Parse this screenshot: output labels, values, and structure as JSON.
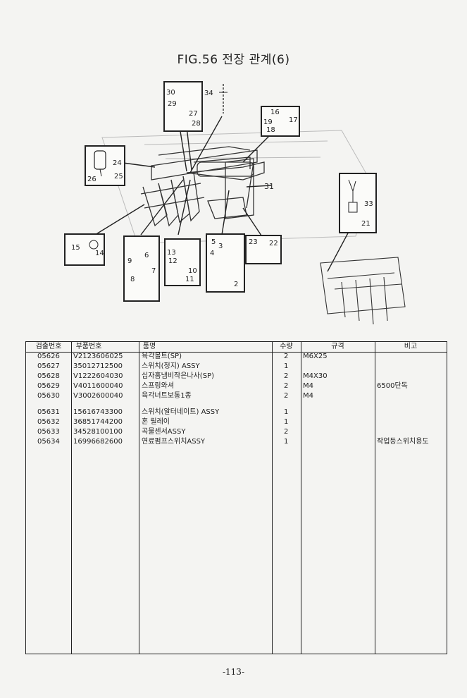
{
  "title": "FIG.56 전장 관계(6)",
  "callout_labels": {
    "top_left": [
      "30",
      "29",
      "27",
      "28"
    ],
    "top_center": "34",
    "top_right": [
      "16",
      "19",
      "17",
      "18"
    ],
    "left_mirror": [
      "24",
      "25",
      "26"
    ],
    "label_31": "31",
    "right_sensor": [
      "33",
      "21"
    ],
    "bottom_1": [
      "15",
      "14"
    ],
    "bottom_2": [
      "6",
      "9",
      "7",
      "8"
    ],
    "bottom_3": [
      "13",
      "12",
      "10",
      "11"
    ],
    "bottom_4": [
      "5",
      "3",
      "4",
      "2"
    ],
    "bottom_5": [
      "23",
      "22"
    ]
  },
  "table": {
    "headers": [
      "검출번호",
      "부품번호",
      "품명",
      "수량",
      "규격",
      "비고"
    ],
    "rows": [
      {
        "no": "05626",
        "part": "V2123606025",
        "name": "육각볼트(SP)",
        "qty": "2",
        "spec": "M6X25",
        "note": ""
      },
      {
        "no": "05627",
        "part": "35012712500",
        "name": "스위치(정지) ASSY",
        "qty": "1",
        "spec": "",
        "note": ""
      },
      {
        "no": "05628",
        "part": "V1222604030",
        "name": "십자홈냄비작은나사(SP)",
        "qty": "2",
        "spec": "M4X30",
        "note": ""
      },
      {
        "no": "05629",
        "part": "V4011600040",
        "name": "스프링와셔",
        "qty": "2",
        "spec": "M4",
        "note": "6500단독"
      },
      {
        "no": "05630",
        "part": "V3002600040",
        "name": "육각너트보통1종",
        "qty": "2",
        "spec": "M4",
        "note": ""
      },
      {
        "no": "05631",
        "part": "15616743300",
        "name": "스위치(알터네이트) ASSY",
        "qty": "1",
        "spec": "",
        "note": ""
      },
      {
        "no": "05632",
        "part": "36851744200",
        "name": "혼 릴레이",
        "qty": "1",
        "spec": "",
        "note": ""
      },
      {
        "no": "05633",
        "part": "34528100100",
        "name": "곡물센서ASSY",
        "qty": "2",
        "spec": "",
        "note": ""
      },
      {
        "no": "05634",
        "part": "16996682600",
        "name": "연료펌프스위치ASSY",
        "qty": "1",
        "spec": "",
        "note": "작업등스위치용도"
      }
    ]
  },
  "page_number": "-113-"
}
